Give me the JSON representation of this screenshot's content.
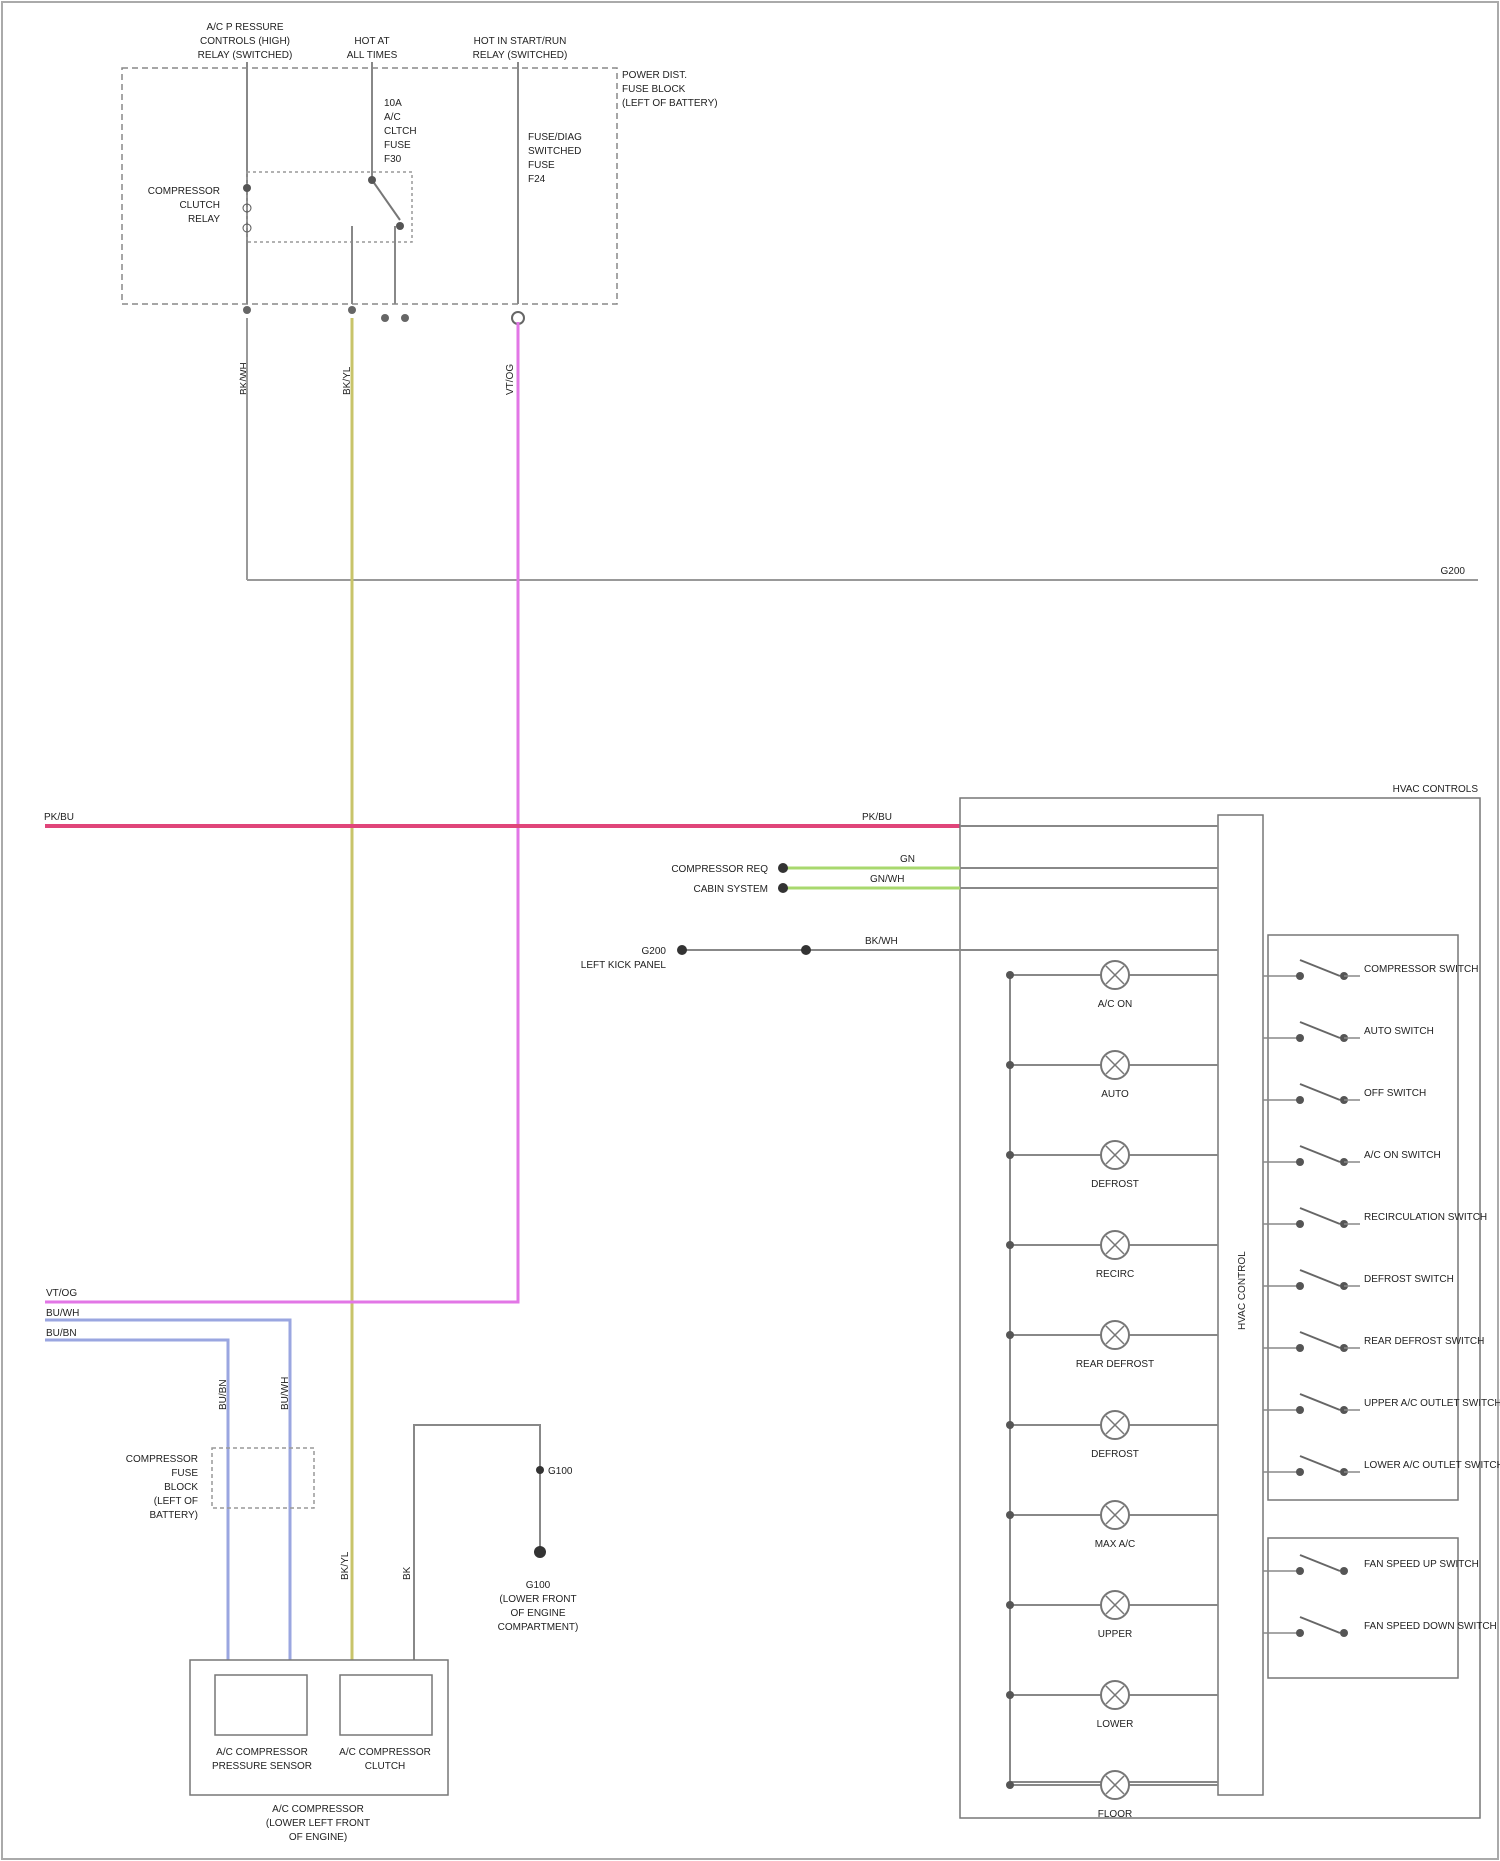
{
  "relay_box": {
    "relay_left": [
      "A/C P RESSURE",
      "CONTROLS (HIGH)",
      "RELAY (SWITCHED)"
    ],
    "relay_mid": [
      "HOT AT",
      "ALL TIMES"
    ],
    "relay_right": [
      "HOT IN START/RUN",
      "RELAY (SWITCHED)"
    ],
    "box_label": [
      "POWER DIST.",
      "FUSE BLOCK",
      "(LEFT OF BATTERY)"
    ],
    "fuse_a": [
      "10A",
      "A/C",
      "CLTCH",
      "FUSE",
      "F30"
    ],
    "fuse_b": [
      "FUSE/DIAG",
      "SWITCHED",
      "FUSE",
      "F24"
    ],
    "relay_coil": [
      "COMPRESSOR",
      "CLUTCH",
      "RELAY"
    ],
    "pin_labels": [
      "",
      "",
      "",
      "",
      ""
    ],
    "wire_tags": [
      "BK/WH",
      "BK/YL",
      "",
      "VT/OG"
    ]
  },
  "ground_label": "G200",
  "can_wire": {
    "left": "PK/BU",
    "right": "PK/BU"
  },
  "hvac_module": {
    "title": "HVAC CONTROLS",
    "controller": "HVAC CONTROL",
    "inputs": [
      {
        "name": "COMPRESSOR REQ",
        "wire": "GN"
      },
      {
        "name": "CABIN SYSTEM",
        "wire": "GN/WH"
      }
    ],
    "ground": {
      "name": "G200",
      "sub": "LEFT KICK PANEL",
      "wire": "BK/WH"
    },
    "indicators": [
      "A/C ON",
      "AUTO",
      "DEFROST",
      "RECIRC",
      "REAR DEFROST",
      "DEFROST",
      "MAX A/C",
      "UPPER",
      "LOWER",
      "FLOOR"
    ],
    "switches": [
      "COMPRESSOR SWITCH",
      "AUTO SWITCH",
      "OFF SWITCH",
      "A/C ON SWITCH",
      "RECIRCULATION SWITCH",
      "DEFROST SWITCH",
      "REAR DEFROST SWITCH",
      "UPPER A/C OUTLET SWITCH",
      "LOWER A/C OUTLET SWITCH"
    ],
    "lower_switches": [
      "FAN SPEED UP SWITCH",
      "FAN SPEED DOWN SWITCH"
    ]
  },
  "left_wires": [
    "VT/OG",
    "BU/WH",
    "BU/BN"
  ],
  "bottom": {
    "fuse_block_label": [
      "COMPRESSOR",
      "FUSE",
      "BLOCK",
      "(LEFT OF",
      "BATTERY)"
    ],
    "sensor1": [
      "A/C COMPRESSOR",
      "PRESSURE SENSOR"
    ],
    "sensor2": [
      "A/C COMPRESSOR",
      "CLUTCH"
    ],
    "assembly": [
      "A/C COMPRESSOR",
      "(LOWER LEFT FRONT",
      "OF ENGINE)"
    ],
    "ground_box": [
      "G100",
      "(LOWER FRONT",
      "OF ENGINE",
      "COMPARTMENT)",
      "G100"
    ],
    "wire_tags": [
      "BU/BN",
      "BU/WH",
      "BK/YL",
      "BK"
    ]
  },
  "watermark": ""
}
